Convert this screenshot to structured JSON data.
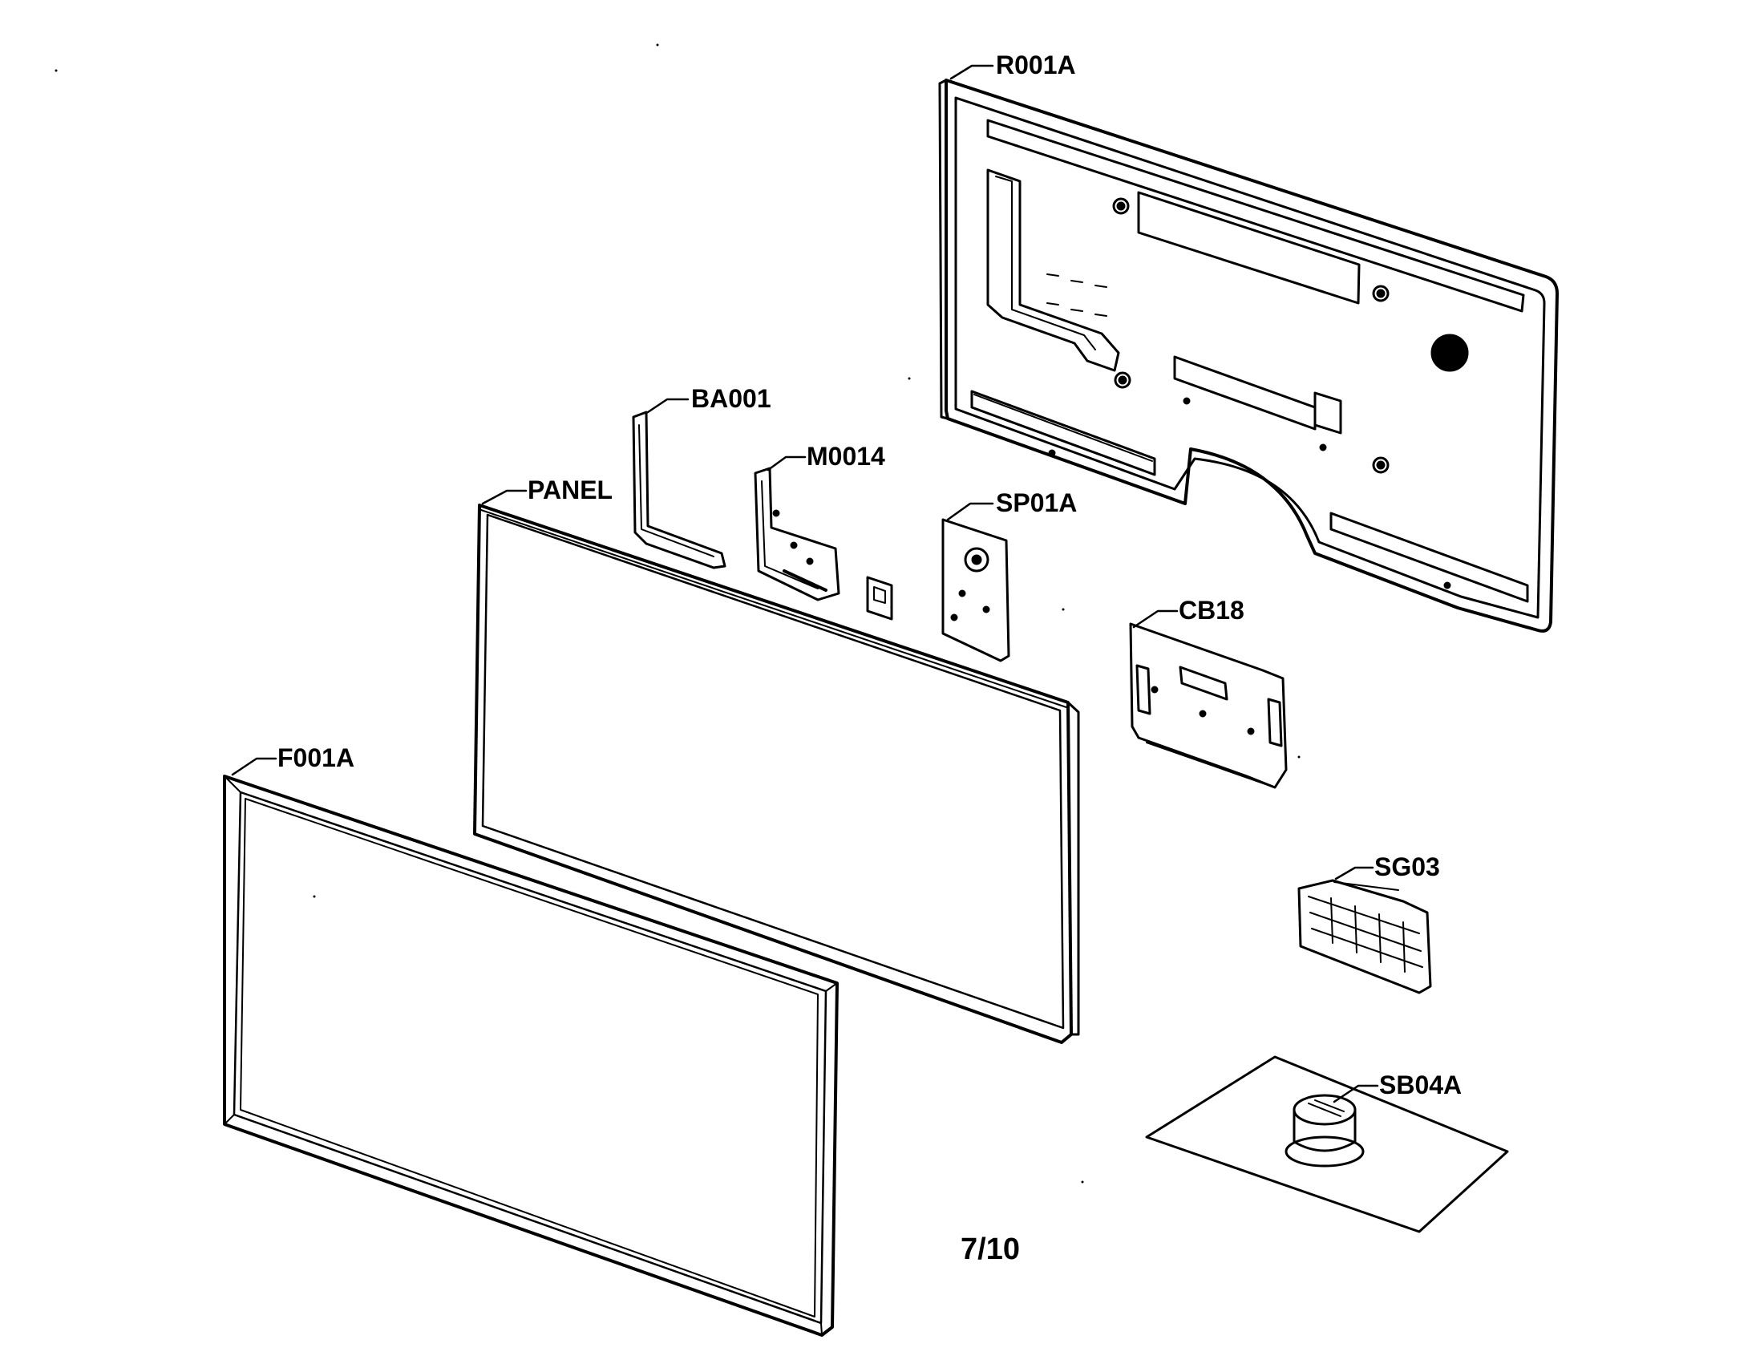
{
  "diagram": {
    "labels": {
      "r001a": "R001A",
      "ba001": "BA001",
      "m0014": "M0014",
      "panel": "PANEL",
      "sp01a": "SP01A",
      "cb18": "CB18",
      "f001a": "F001A",
      "sg03": "SG03",
      "sb04a": "SB04A"
    },
    "page_number": "7/10"
  }
}
